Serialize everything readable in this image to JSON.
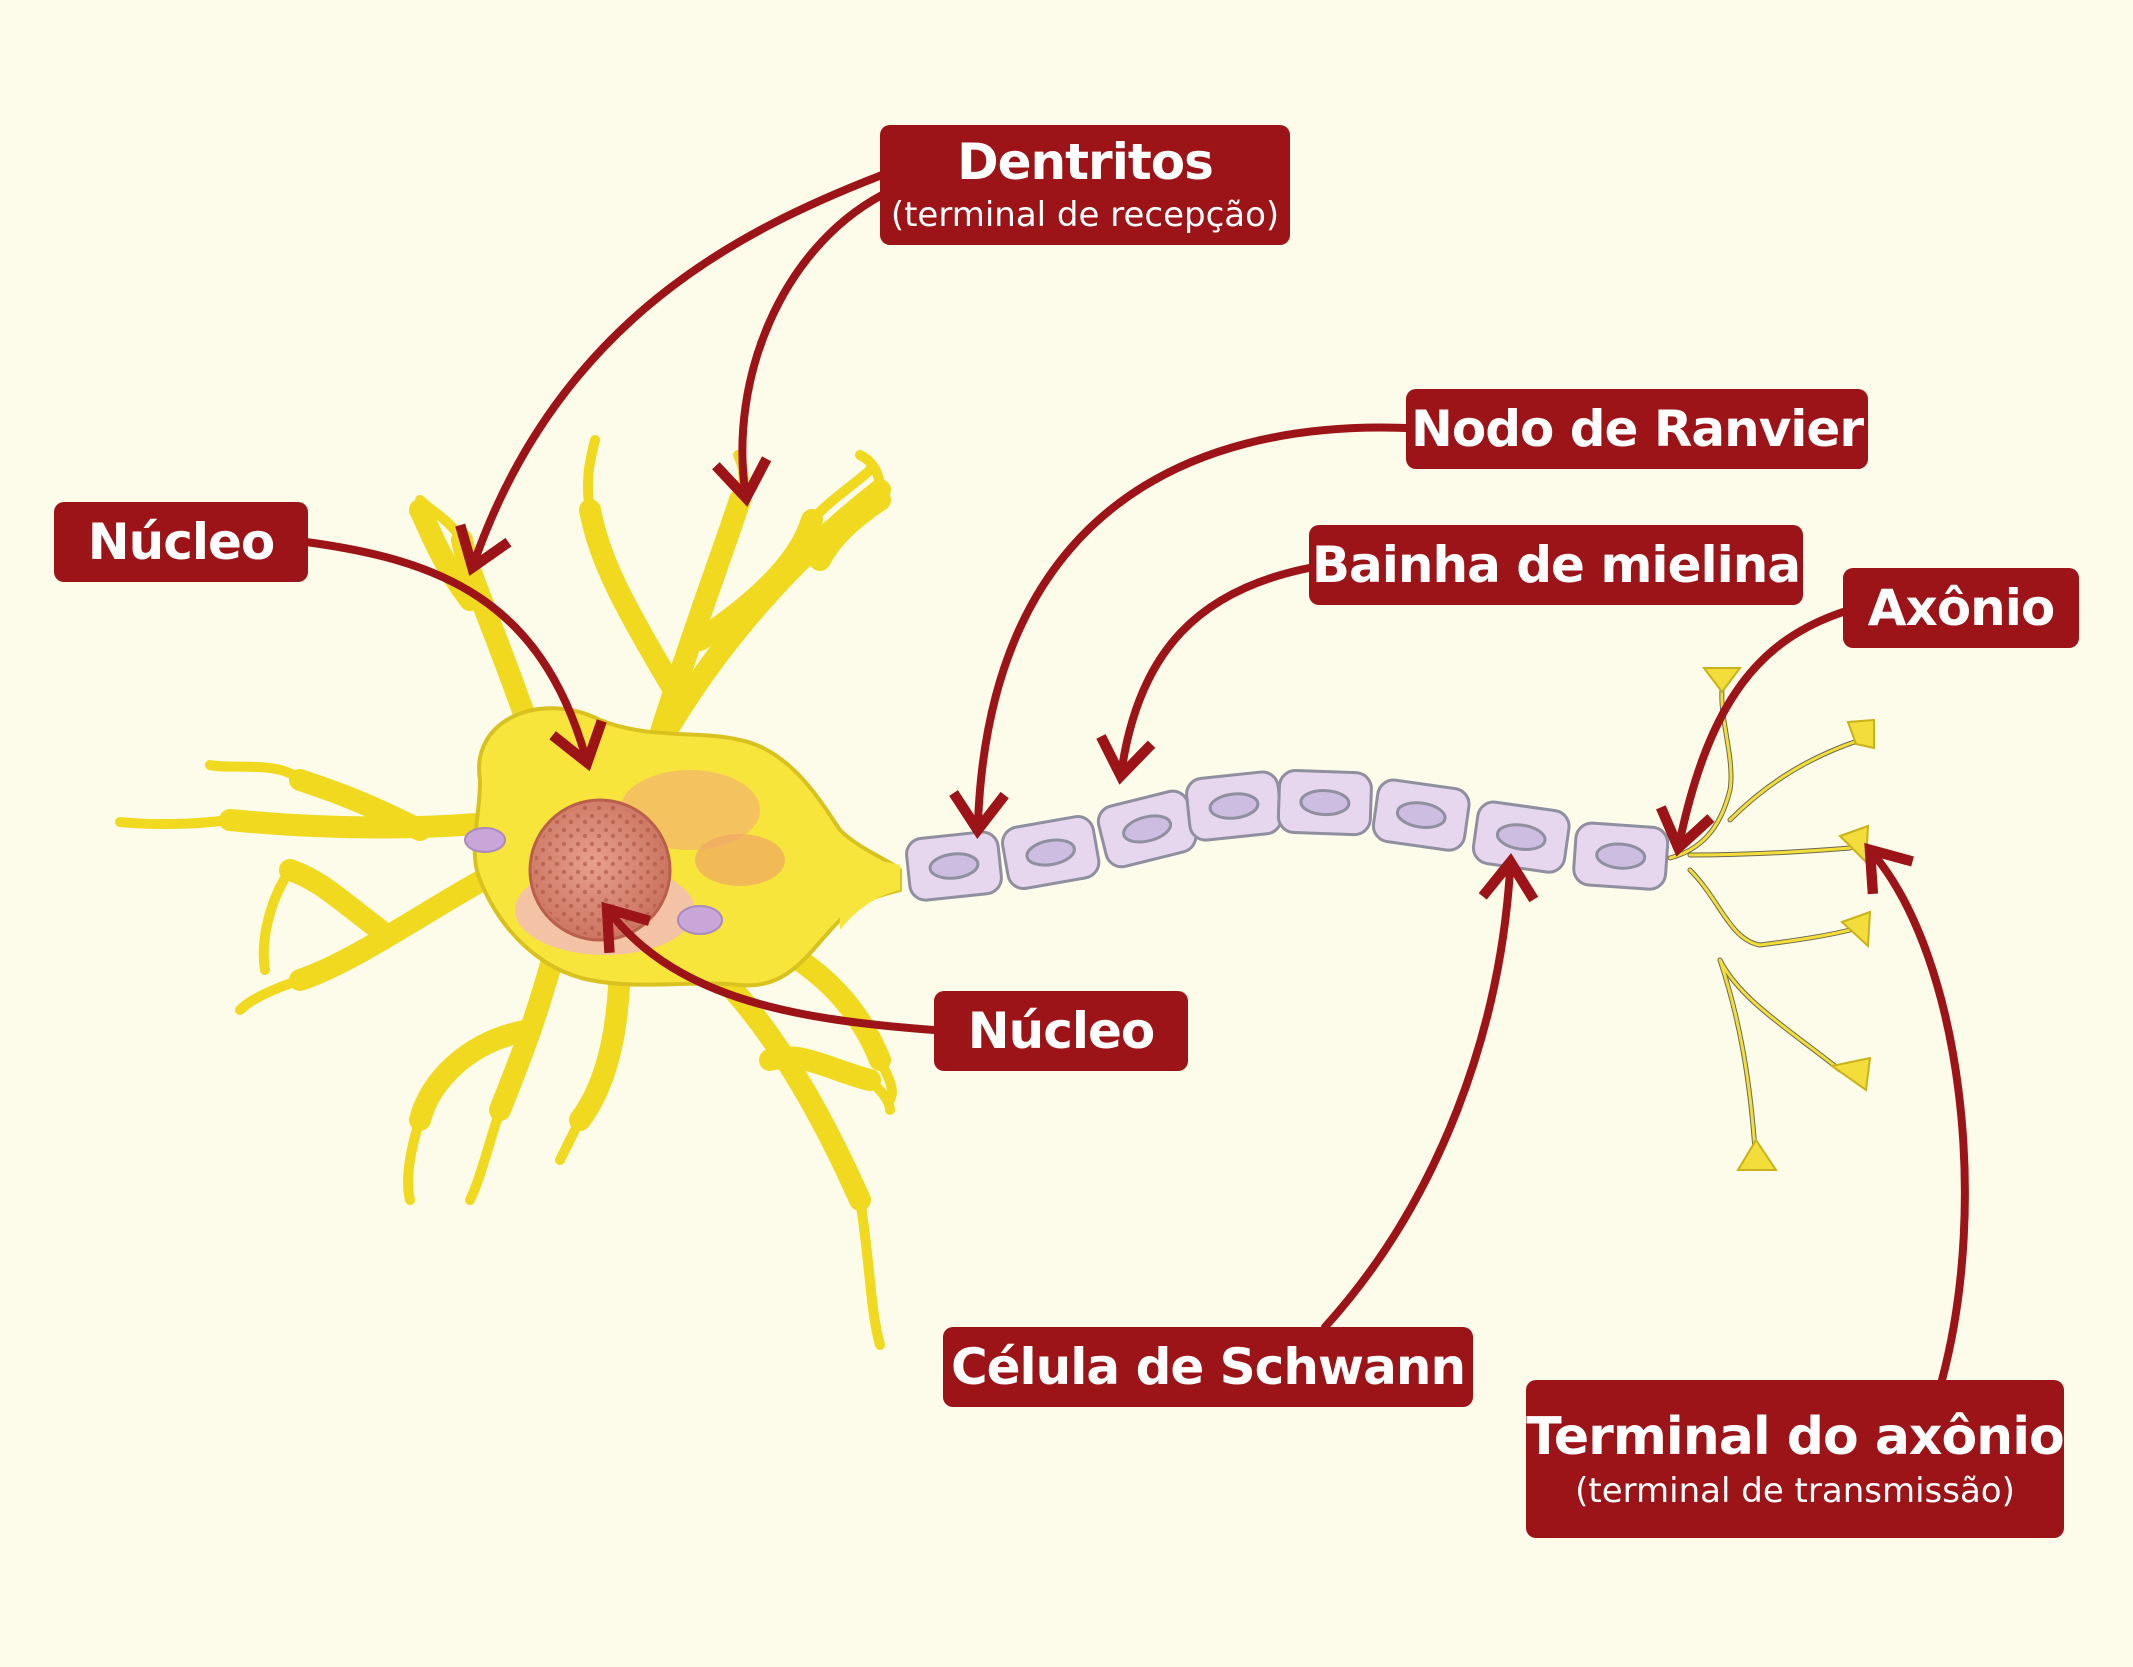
{
  "colors": {
    "background": "#fdfcea",
    "label_fill": "#9d1418",
    "label_text": "#ffffff",
    "arrow": "#9d1418",
    "cell_body": "#f7e53c",
    "myelin": "#e6d7ef",
    "nucleus": "#d98a78"
  },
  "labels": {
    "dentritos": {
      "title": "Dentritos",
      "subtitle": "(terminal de recepção)"
    },
    "nucleo_top": {
      "title": "Núcleo"
    },
    "nucleo_bottom": {
      "title": "Núcleo"
    },
    "nodo_ranvier": {
      "title": "Nodo de Ranvier"
    },
    "bainha_mielina": {
      "title": "Bainha de mielina"
    },
    "axonio": {
      "title": "Axônio"
    },
    "celula_schwann": {
      "title": "Célula de Schwann"
    },
    "terminal_axonio": {
      "title": "Terminal do axônio",
      "subtitle": "(terminal de transmissão)"
    }
  }
}
